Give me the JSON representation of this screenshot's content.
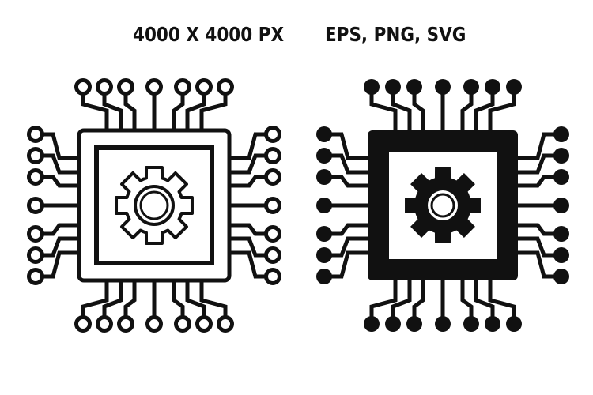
{
  "header": {
    "size_label": "4000 X 4000 PX",
    "formats_label": "EPS, PNG, SVG"
  },
  "icons": [
    {
      "name": "cpu-gear-outline-icon",
      "style": "outline"
    },
    {
      "name": "cpu-gear-filled-icon",
      "style": "filled"
    }
  ],
  "colors": {
    "ink": "#111111",
    "background": "#ffffff"
  }
}
